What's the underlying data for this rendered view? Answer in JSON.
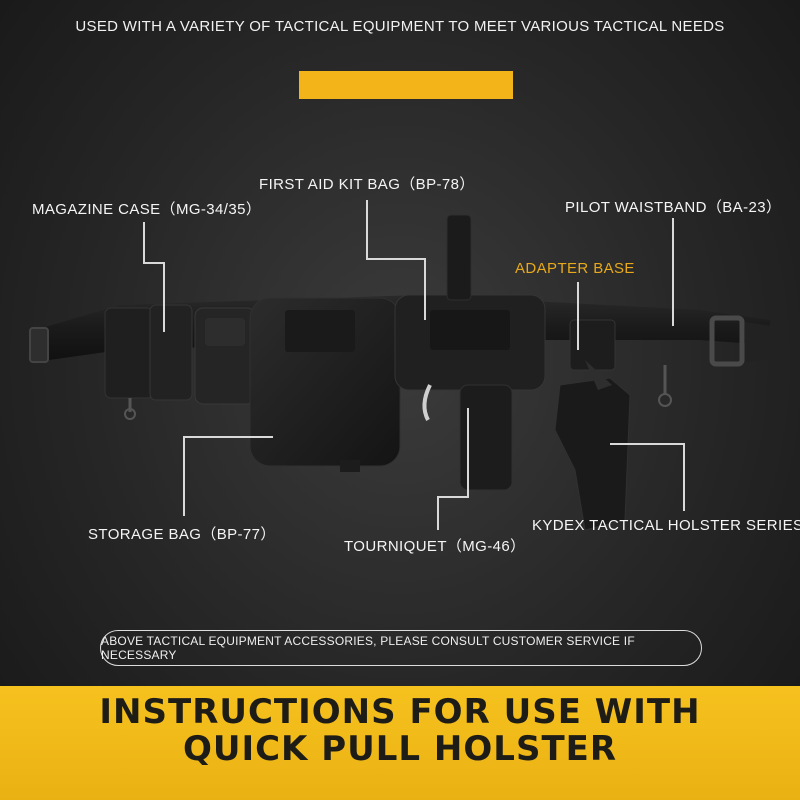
{
  "header": {
    "text": "USED WITH A VARIETY OF TACTICAL EQUIPMENT TO MEET VARIOUS TACTICAL NEEDS"
  },
  "labels": {
    "first_aid": "FIRST AID KIT BAG（BP-78）",
    "magazine": "MAGAZINE CASE（MG-34/35）",
    "pilot": "PILOT WAISTBAND（BA-23）",
    "adapter": "ADAPTER BASE",
    "storage": "STORAGE BAG（BP-77）",
    "tourniquet": "TOURNIQUET（MG-46）",
    "kydex": "KYDEX TACTICAL HOLSTER SERIES"
  },
  "notice": "ABOVE TACTICAL EQUIPMENT ACCESSORIES, PLEASE CONSULT CUSTOMER SERVICE IF NECESSARY",
  "footer": {
    "line1": "INSTRUCTIONS FOR USE WITH",
    "line2": "QUICK PULL HOLSTER"
  },
  "colors": {
    "accent": "#f2b418",
    "adapter_label": "#e8a91a",
    "background": "#262626"
  }
}
